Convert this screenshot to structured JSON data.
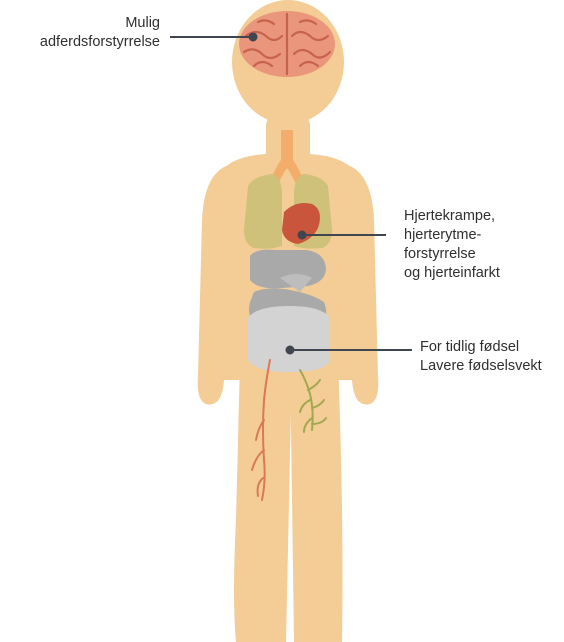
{
  "colors": {
    "skin": "#f3cd95",
    "neck": "#f2ad6b",
    "brain": "#e9967c",
    "brain_lines": "#c7634d",
    "lungs": "#cfc07a",
    "heart": "#c9563c",
    "gut": "#a9a9a9",
    "uterus": "#d3d3d3",
    "vessel": "#d97a55",
    "nerve": "#a2a84f",
    "pointer": "#3f4650",
    "text": "#2f2f2f"
  },
  "labels": {
    "brain": [
      "Mulig",
      "adferdsforstyrrelse"
    ],
    "heart": [
      "Hjertekrampe,",
      "hjerterytme-",
      "forstyrrelse",
      "og hjerteinfarkt"
    ],
    "fetus": [
      "For tidlig fødsel",
      "Lavere fødselsvekt"
    ]
  }
}
